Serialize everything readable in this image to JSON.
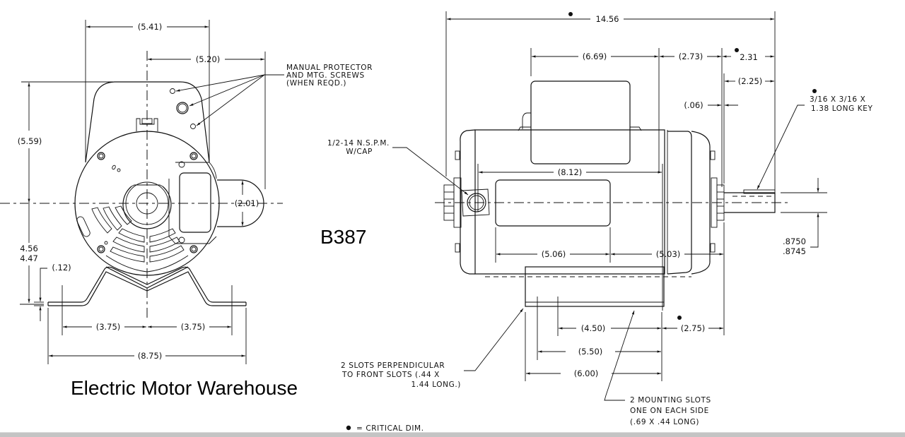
{
  "title": "Electric Motor Warehouse",
  "model": "B387",
  "legend": {
    "symbol": "●",
    "label": "= CRITICAL DIM."
  },
  "colors": {
    "line": "#111111",
    "background": "#ffffff",
    "bar": "#c4c4c4"
  },
  "end_view": {
    "dims": {
      "overall_width": "(5.41)",
      "box_offset": "(5.20)",
      "height_top": "(5.59)",
      "box_height": "(2.01)",
      "shaft_height_max": "4.56",
      "shaft_height_min": "4.47",
      "foot_thickness": "(.12)",
      "hole_left": "(3.75)",
      "hole_right": "(3.75)",
      "base_width": "(8.75)"
    },
    "notes": {
      "protector": [
        "MANUAL PROTECTOR",
        "AND MTG. SCREWS",
        "(WHEN REQD.)"
      ]
    }
  },
  "side_view": {
    "dims": {
      "overall_length": "14.56",
      "capacitor_length": "(6.69)",
      "cap_to_face": "(2.73)",
      "shaft_ext": "2.31",
      "shaft_usable": "(2.25)",
      "face_gap": "(.06)",
      "body_length": "(8.12)",
      "rear_section": "(5.06)",
      "front_section": "(5.03)",
      "shaft_dia_max": ".8750",
      "shaft_dia_min": ".8745",
      "slot_4_50": "(4.50)",
      "slot_5_50": "(5.50)",
      "slot_6_00": "(6.00)",
      "front_offset": "(2.75)"
    },
    "notes": {
      "conduit": [
        "1/2-14 N.S.P.M.",
        "W/CAP"
      ],
      "key": [
        "3/16 X 3/16 X",
        "1.38 LONG KEY"
      ],
      "perp_slots": [
        "2 SLOTS PERPENDICULAR",
        "TO FRONT SLOTS (.44 X",
        "1.44 LONG.)"
      ],
      "mount_slots": [
        "2 MOUNTING SLOTS",
        "ONE ON EACH SIDE",
        "(.69 X .44 LONG)"
      ]
    }
  }
}
